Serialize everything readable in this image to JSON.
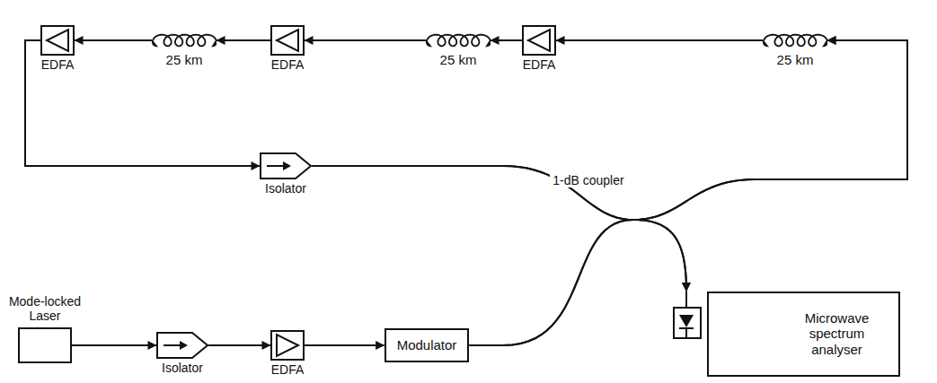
{
  "diagram": {
    "nodes": [
      {
        "text": [
          "EDFA"
        ]
      },
      {
        "text": [
          "25 km"
        ]
      },
      {
        "text": [
          "EDFA"
        ]
      },
      {
        "text": [
          "25 km"
        ]
      },
      {
        "text": [
          "EDFA"
        ]
      },
      {
        "text": [
          "25 km"
        ]
      },
      {
        "text": [
          "Isolator"
        ]
      },
      {
        "text": [
          "Mode-locked Laser"
        ]
      },
      {
        "text": [
          "Isolator"
        ]
      },
      {
        "text": [
          "EDFA"
        ]
      },
      {
        "text": [
          "Modulator"
        ]
      },
      {
        "text": [
          "Microwave spectrum analyser"
        ]
      }
    ],
    "edges": [
      {
        "from": 5,
        "to": 4,
        "arrow": "to"
      },
      {
        "from": 4,
        "to": 3,
        "arrow": "to"
      },
      {
        "from": 3,
        "to": 2,
        "arrow": "to"
      },
      {
        "from": 2,
        "to": 1,
        "arrow": "to"
      },
      {
        "from": 1,
        "to": 0,
        "arrow": "to"
      },
      {
        "from": 0,
        "to": 6,
        "arrow": "to"
      },
      {
        "from": 6,
        "to": 5,
        "arrow": "to"
      },
      {
        "from": 6,
        "to": 11,
        "arrow": "to"
      },
      {
        "from": 7,
        "to": 8,
        "arrow": "to"
      },
      {
        "from": 8,
        "to": 9,
        "arrow": "to"
      },
      {
        "from": 9,
        "to": 10,
        "arrow": "to"
      },
      {
        "from": 10,
        "to": 5,
        "arrow": "to"
      },
      {
        "from": 10,
        "to": 11,
        "arrow": "to"
      }
    ],
    "labels": [
      "1-dB coupler"
    ]
  }
}
